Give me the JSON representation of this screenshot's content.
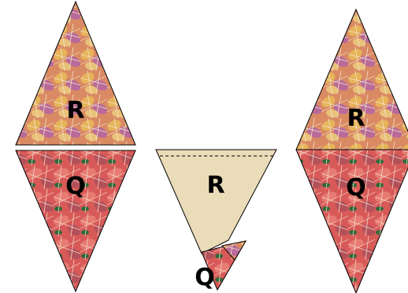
{
  "labels": {
    "left_top": "R",
    "left_bottom": "Q",
    "middle_top": "R",
    "middle_bottom": "Q",
    "right_top": "R",
    "right_bottom": "Q"
  },
  "colors": {
    "paper": "#eadcb8",
    "upper_leaf_base": "#d98a63",
    "lower_leaf_base": "#d85a58",
    "vein": "#f3e3c7",
    "outline": "#000000"
  }
}
